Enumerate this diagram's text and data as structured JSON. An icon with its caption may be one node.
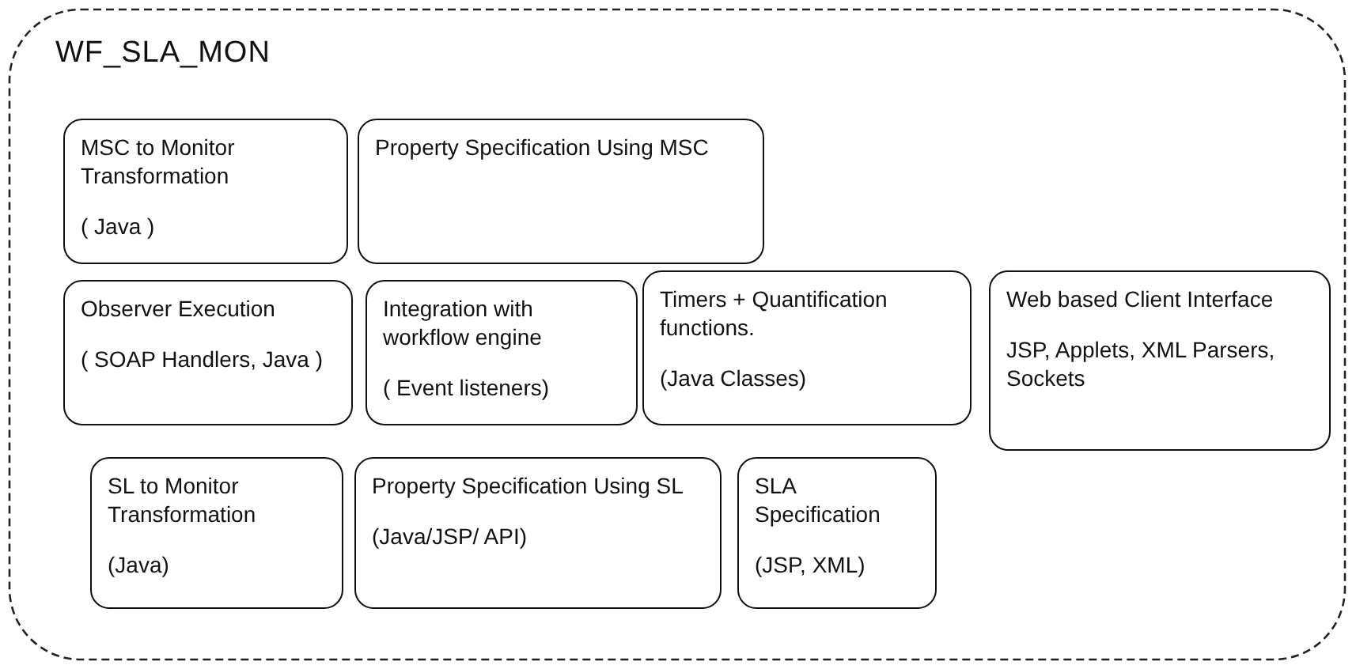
{
  "diagram": {
    "nodes": [
      {
        "text": [
          "WF_SLA_MON"
        ]
      },
      {
        "text": [
          "MSC to Monitor Transformation",
          "( Java )"
        ],
        "in": 0
      },
      {
        "text": [
          "Property Specification Using MSC"
        ],
        "in": 0
      },
      {
        "text": [
          "Observer Execution",
          "( SOAP Handlers, Java )"
        ],
        "in": 0
      },
      {
        "text": [
          "Integration with workflow engine",
          "( Event listeners)"
        ],
        "in": 0
      },
      {
        "text": [
          "Timers + Quantification functions.",
          "(Java Classes)"
        ],
        "in": 0
      },
      {
        "text": [
          "Web based Client Interface",
          "JSP, Applets, XML Parsers, Sockets"
        ],
        "in": 0
      },
      {
        "text": [
          "SL to Monitor Transformation",
          "(Java)"
        ],
        "in": 0
      },
      {
        "text": [
          "Property Specification Using SL",
          "(Java/JSP/ API)"
        ],
        "in": 0
      },
      {
        "text": [
          "SLA Specification",
          "(JSP, XML)"
        ],
        "in": 0
      }
    ]
  }
}
